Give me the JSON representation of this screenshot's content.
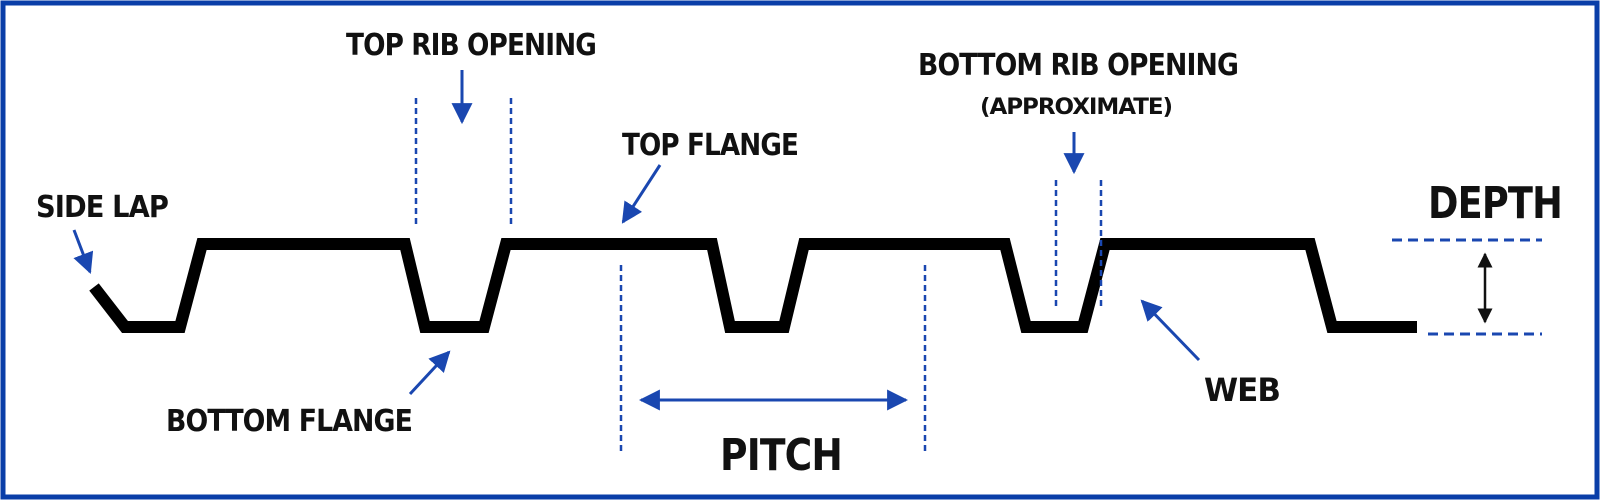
{
  "labels": {
    "side_lap": "SIDE LAP",
    "top_rib_opening": "TOP RIB OPENING",
    "top_flange": "TOP FLANGE",
    "bottom_rib_opening": "BOTTOM RIB OPENING",
    "approximate": "(APPROXIMATE)",
    "depth": "DEPTH",
    "bottom_flange": "BOTTOM FLANGE",
    "pitch": "PITCH",
    "web": "WEB"
  },
  "colors": {
    "border": "#0a3ea8",
    "accent": "#1a47b0",
    "profile": "#000000",
    "text": "#111111"
  }
}
